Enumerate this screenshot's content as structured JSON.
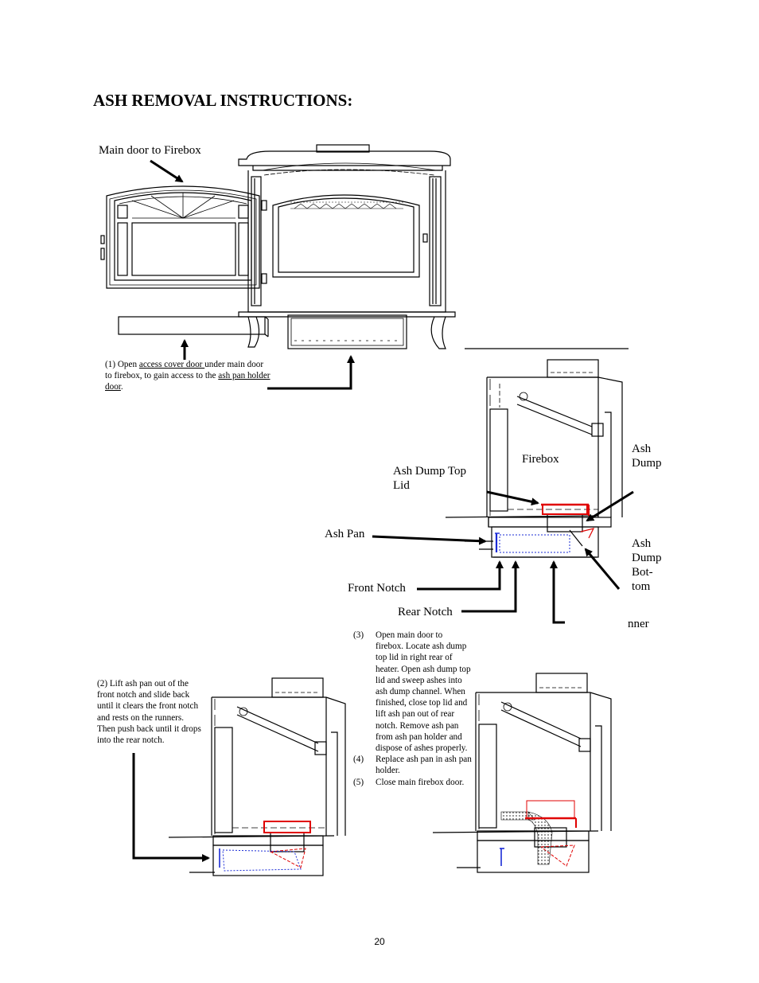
{
  "title": "ASH REMOVAL INSTRUCTIONS:",
  "labels": {
    "main_door": "Main door to Firebox",
    "firebox": "Firebox",
    "ash_dump_top_lid": [
      "Ash Dump Top",
      "Lid"
    ],
    "ash_dump": [
      "Ash",
      "Dump"
    ],
    "ash_pan": "Ash Pan",
    "ash_dump_bottom": [
      "Ash",
      "Dump",
      "Bot-",
      "tom"
    ],
    "front_notch": "Front Notch",
    "rear_notch": "Rear Notch",
    "runner": "nner"
  },
  "step1": {
    "prefix": "(1) Open ",
    "link1": "access cover door ",
    "middle": "under main door to firebox, to gain access to the ",
    "link2": "ash pan holder door",
    "suffix": "."
  },
  "step2": "(2) Lift ash pan out of the front notch and slide back until it clears the front notch and rests on the runners. Then push back until it drops into the rear notch.",
  "steps": [
    {
      "num": "(3)",
      "text": "Open main door to firebox. Locate ash dump top lid in right rear of heater. Open ash dump top lid and sweep ashes into ash dump channel. When finished, close top lid and lift ash pan out of rear notch. Remove ash pan from ash pan holder and dispose of ashes properly."
    },
    {
      "num": "(4)",
      "text": "Replace ash pan in ash pan holder."
    },
    {
      "num": "(5)",
      "text": "Close main firebox door."
    }
  ],
  "page_number": "20",
  "colors": {
    "ink": "#000000",
    "highlight": "#e00000",
    "pan": "#1a2bd6"
  }
}
